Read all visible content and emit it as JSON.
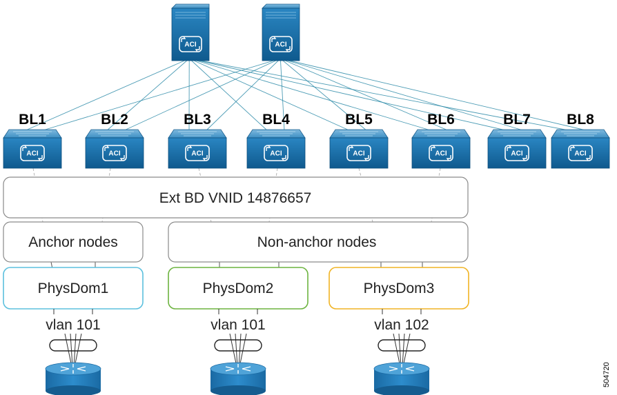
{
  "spines": [
    {
      "id": "spine-1",
      "logo": "ACI"
    },
    {
      "id": "spine-2",
      "logo": "ACI"
    }
  ],
  "leaves": [
    {
      "label": "BL1",
      "logo": "ACI"
    },
    {
      "label": "BL2",
      "logo": "ACI"
    },
    {
      "label": "BL3",
      "logo": "ACI"
    },
    {
      "label": "BL4",
      "logo": "ACI"
    },
    {
      "label": "BL5",
      "logo": "ACI"
    },
    {
      "label": "BL6",
      "logo": "ACI"
    },
    {
      "label": "BL7",
      "logo": "ACI"
    },
    {
      "label": "BL8",
      "logo": "ACI"
    }
  ],
  "ext_bd": {
    "label": "Ext BD VNID 14876657"
  },
  "node_groups": {
    "anchor": "Anchor nodes",
    "non_anchor": "Non-anchor nodes"
  },
  "phys_domains": [
    {
      "label": "PhysDom1",
      "color": "#5bc0de",
      "vlan": "vlan 101"
    },
    {
      "label": "PhysDom2",
      "color": "#6cb33f",
      "vlan": "vlan 101"
    },
    {
      "label": "PhysDom3",
      "color": "#f0b323",
      "vlan": "vlan 102"
    }
  ],
  "routers": [
    {
      "icon": "router-icon"
    },
    {
      "icon": "router-icon"
    },
    {
      "icon": "router-icon"
    }
  ],
  "colors": {
    "device_blue": "#1f6fa8",
    "device_top": "#3a8cc4",
    "link_line": "#2c8aa8",
    "box_border": "#888888"
  },
  "figure_id": "504720"
}
